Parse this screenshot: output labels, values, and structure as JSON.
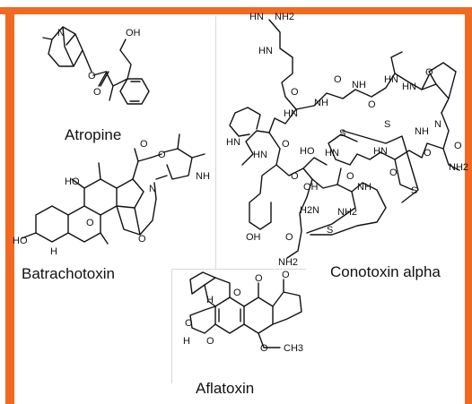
{
  "colors": {
    "accent": "#f26a21",
    "background": "#ffffff",
    "ink": "#111111",
    "panel_border": "#d9d9d9"
  },
  "molecules": {
    "atropine": {
      "label": "Atropine",
      "atoms": [
        "N",
        "O",
        "O",
        "OH"
      ]
    },
    "batrachotoxin": {
      "label": "Batrachotoxin",
      "atoms": [
        "HO",
        "HO",
        "O",
        "H",
        "N",
        "NH",
        "O",
        "O",
        "O"
      ]
    },
    "conotoxin": {
      "label": "Conotoxin alpha",
      "atoms": [
        "HN",
        "NH2",
        "HN",
        "NH",
        "NH",
        "HN",
        "HN",
        "HN",
        "N",
        "HN",
        "HN",
        "NH",
        "HN",
        "HN",
        "NH2",
        "NH2",
        "NH",
        "NH2",
        "HO",
        "OH",
        "OH",
        "H2N",
        "S",
        "S",
        "S",
        "S",
        "O",
        "O",
        "O",
        "O",
        "O",
        "O",
        "O",
        "O",
        "O",
        "O",
        "O"
      ]
    },
    "aflatoxin": {
      "label": "Aflatoxin",
      "atoms": [
        "O",
        "O",
        "O",
        "O",
        "O",
        "O",
        "H",
        "H",
        "CH3"
      ]
    }
  }
}
